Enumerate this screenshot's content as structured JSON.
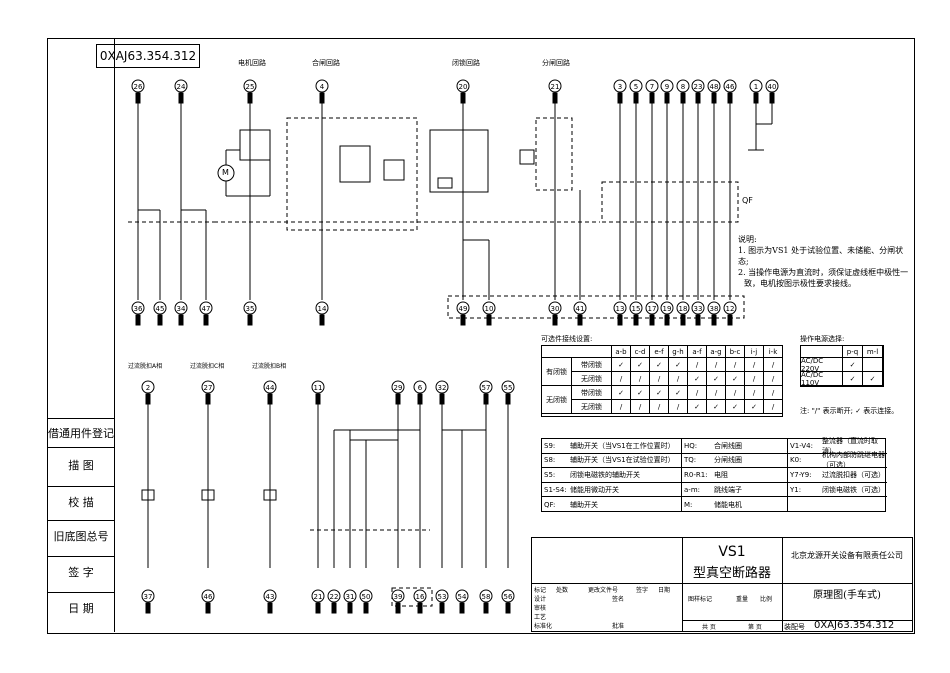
{
  "drawing_number": "0XAJ63.354.312",
  "sections": {
    "motor": "电机回路",
    "close": "合闸回路",
    "lock": "闭锁回路",
    "open": "分闸回路",
    "overcurrent_a": "过流脱扣A相",
    "overcurrent_c": "过流脱扣C相",
    "residual_b": "过流脱扣B相"
  },
  "top_terminals": [
    "26",
    "24",
    "25",
    "4",
    "20",
    "21",
    "3",
    "5",
    "7",
    "9",
    "8",
    "23",
    "48",
    "46",
    "1",
    "40"
  ],
  "bottom_terminals_top": [
    "36",
    "45",
    "34",
    "47",
    "35",
    "14",
    "49",
    "10",
    "30",
    "41",
    "13",
    "15",
    "17",
    "19",
    "18",
    "33",
    "38",
    "12"
  ],
  "mid_terminals_top": [
    "2",
    "27",
    "44",
    "11",
    "29",
    "6",
    "32",
    "57",
    "55"
  ],
  "bottom_terminals_lower": [
    "37",
    "46",
    "43",
    "21",
    "22",
    "31",
    "50",
    "39",
    "16",
    "53",
    "54",
    "58",
    "56"
  ],
  "qf_label": "QF",
  "motor_label": "M",
  "notes": {
    "title": "说明:",
    "line1": "1. 图示为VS1 处于试验位置、未储能、分闸状态;",
    "line2": "2. 当操作电源为直流时，须保证虚线框中极性一",
    "line3": "致，电机按图示极性要求接线。"
  },
  "options_table": {
    "title": "可选件接线设置:",
    "columns": [
      "a-b",
      "c-d",
      "e-f",
      "g-h",
      "a-f",
      "a-g",
      "b-c",
      "i-j",
      "i-k"
    ],
    "rows": [
      {
        "group": "有闭锁",
        "label": "带闭锁",
        "cells": [
          "✓",
          "✓",
          "✓",
          "✓",
          "/",
          "/",
          "/",
          "/",
          "/"
        ]
      },
      {
        "group": "有闭锁",
        "label": "无闭锁",
        "cells": [
          "/",
          "/",
          "/",
          "/",
          "✓",
          "✓",
          "✓",
          "/",
          "/"
        ]
      },
      {
        "group": "无闭锁",
        "label": "带闭锁",
        "cells": [
          "✓",
          "✓",
          "✓",
          "✓",
          "/",
          "/",
          "/",
          "/",
          "/"
        ]
      },
      {
        "group": "无闭锁",
        "label": "无闭锁",
        "cells": [
          "/",
          "/",
          "/",
          "/",
          "✓",
          "✓",
          "✓",
          "✓",
          "/"
        ]
      }
    ]
  },
  "power_table": {
    "title": "操作电源选择:",
    "columns": [
      "p-q",
      "m-l"
    ],
    "rows": [
      {
        "label": "AC/DC 220V",
        "cells": [
          "✓",
          ""
        ]
      },
      {
        "label": "AC/DC 110V",
        "cells": [
          "✓",
          "✓"
        ]
      }
    ]
  },
  "legend_note": "注: \"/\" 表示断开; ✓ 表示连接。",
  "legend": [
    [
      "S9:",
      "辅助开关（当VS1在工作位置时）",
      "HQ:",
      "合闸线圈",
      "V1-V4:",
      "整流器（直流时取消）"
    ],
    [
      "S8:",
      "辅助开关（当VS1在试验位置时）",
      "TQ:",
      "分闸线圈",
      "K0:",
      "机构内部防跳继电器（可选）"
    ],
    [
      "S5:",
      "闭锁电磁铁的辅助开关",
      "R0-R1:",
      "电阻",
      "Y7-Y9:",
      "过流脱扣器（可选）"
    ],
    [
      "S1-S4:",
      "储能用微动开关",
      "a-m:",
      "跳线端子",
      "Y1:",
      "闭锁电磁铁（可选）"
    ],
    [
      "QF:",
      "辅助开关",
      "M:",
      "储能电机",
      "",
      ""
    ]
  ],
  "left_column": [
    "借通用件登记",
    "描 图",
    "校 描",
    "旧底图总号",
    "签 字",
    "日 期"
  ],
  "title_block": {
    "product": "VS1",
    "product_name": "型真空断路器",
    "company": "北京龙源开关设备有限责任公司",
    "drawing_title": "原理图(手车式)",
    "drawing_no_label": "装配号",
    "drawing_no": "0XAJ63.354.312",
    "rev_labels": [
      "标记",
      "处数",
      "更改文件号",
      "签字",
      "日期"
    ],
    "sign_labels": [
      "设计",
      "审核",
      "工艺",
      "标准化"
    ],
    "mid_labels": [
      "图样标记",
      "重量",
      "比例"
    ],
    "sheet_labels": [
      "共 页",
      "第 页"
    ],
    "small_labels": [
      "签名",
      "批准"
    ]
  }
}
